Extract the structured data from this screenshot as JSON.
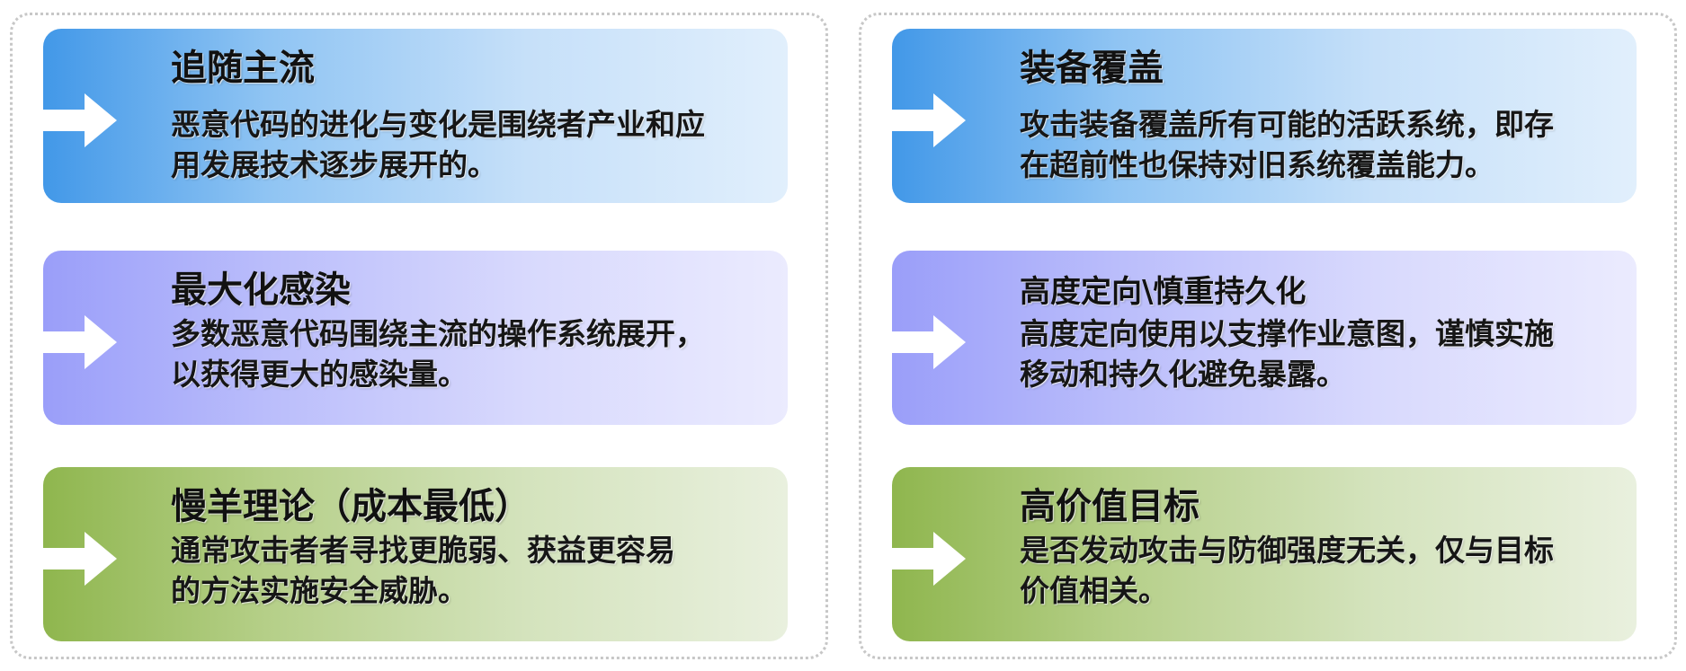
{
  "left_column": {
    "cards": [
      {
        "title": "追随主流",
        "lines": [
          "恶意代码的进化与变化是围绕者产业和应",
          "用发展技术逐步展开的。"
        ]
      },
      {
        "title": "最大化感染",
        "lines": [
          "多数恶意代码围绕主流的操作系统展开，",
          "以获得更大的感染量。"
        ]
      },
      {
        "title": "慢羊理论（成本最低）",
        "lines": [
          "通常攻击者者寻找更脆弱、获益更容易",
          "的方法实施安全威胁。"
        ]
      }
    ]
  },
  "right_column": {
    "cards": [
      {
        "title": "装备覆盖",
        "lines": [
          "攻击装备覆盖所有可能的活跃系统，即存",
          "在超前性也保持对旧系统覆盖能力。"
        ]
      },
      {
        "title": "高度定向\\慎重持久化",
        "lines": [
          "高度定向使用以支撑作业意图，谨慎实施",
          "移动和持久化避免暴露。"
        ]
      },
      {
        "title": "高价值目标",
        "lines": [
          "是否发动攻击与防御强度无关，仅与目标",
          "价值相关。"
        ]
      }
    ]
  },
  "colors": {
    "blue_card_start": "#4298e8",
    "purple_card_start": "#9a9ef9",
    "green_card_start": "#8fb64e",
    "arrow": "#ffffff",
    "panel_border": "#c7c7c7"
  }
}
